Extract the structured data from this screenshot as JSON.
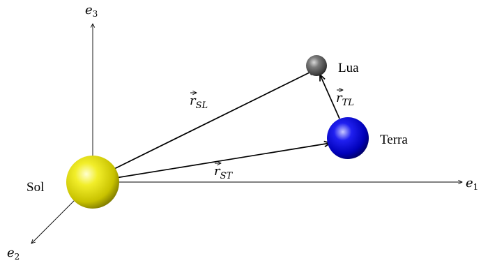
{
  "axes": {
    "e1": {
      "base": "e",
      "sub": "1"
    },
    "e2": {
      "base": "e",
      "sub": "2"
    },
    "e3": {
      "base": "e",
      "sub": "3"
    }
  },
  "bodies": {
    "sun": {
      "label": "Sol",
      "color": "#e0dc00"
    },
    "earth": {
      "label": "Terra",
      "color": "#0000d8"
    },
    "moon": {
      "label": "Lua",
      "color": "#5a5a5a"
    }
  },
  "vectors": {
    "r_st": {
      "base": "r",
      "sub": "ST"
    },
    "r_sl": {
      "base": "r",
      "sub": "SL"
    },
    "r_tl": {
      "base": "r",
      "sub": "TL"
    }
  }
}
